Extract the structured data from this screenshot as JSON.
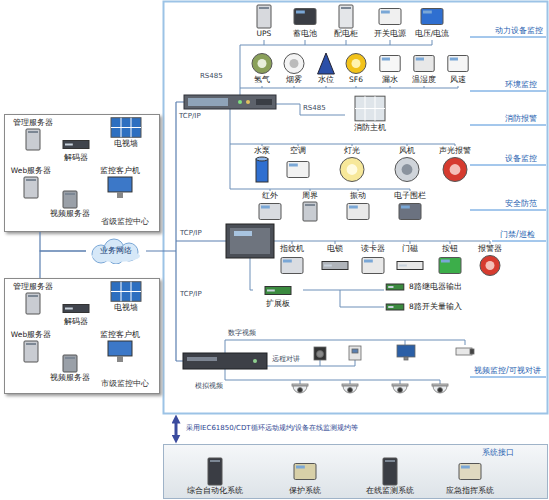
{
  "diagram": {
    "nodes": [
      {
        "text": [
          "省级监控中心"
        ]
      },
      {
        "text": [
          "管理服务器"
        ],
        "in": 0
      },
      {
        "text": [
          "解码器"
        ],
        "in": 0
      },
      {
        "text": [
          "电视墙"
        ],
        "in": 0
      },
      {
        "text": [
          "Web服务器"
        ],
        "in": 0
      },
      {
        "text": [
          "监控客户机"
        ],
        "in": 0
      },
      {
        "text": [
          "视频服务器"
        ],
        "in": 0
      },
      {
        "text": [
          "市级监控中心"
        ]
      },
      {
        "text": [
          "管理服务器"
        ],
        "in": 7
      },
      {
        "text": [
          "解码器"
        ],
        "in": 7
      },
      {
        "text": [
          "电视墙"
        ],
        "in": 7
      },
      {
        "text": [
          "Web服务器"
        ],
        "in": 7
      },
      {
        "text": [
          "监控客户机"
        ],
        "in": 7
      },
      {
        "text": [
          "视频服务器"
        ],
        "in": 7
      },
      {
        "text": [
          "业务网络"
        ]
      },
      {
        "text": [
          "UPS"
        ]
      },
      {
        "text": [
          "蓄电池"
        ]
      },
      {
        "text": [
          "配电柜"
        ]
      },
      {
        "text": [
          "开关电源"
        ]
      },
      {
        "text": [
          "电压/电流"
        ]
      },
      {
        "text": [
          "氢气"
        ]
      },
      {
        "text": [
          "烟雾"
        ]
      },
      {
        "text": [
          "水位"
        ]
      },
      {
        "text": [
          "SF6"
        ]
      },
      {
        "text": [
          "漏水"
        ]
      },
      {
        "text": [
          "温湿度"
        ]
      },
      {
        "text": [
          "风速"
        ]
      },
      {
        "text": [
          "消防主机"
        ]
      },
      {
        "text": [
          "水泵"
        ]
      },
      {
        "text": [
          "空调"
        ]
      },
      {
        "text": [
          "灯光"
        ]
      },
      {
        "text": [
          "风机"
        ]
      },
      {
        "text": [
          "声光报警"
        ]
      },
      {
        "text": [
          "红外"
        ]
      },
      {
        "text": [
          "周界"
        ]
      },
      {
        "text": [
          "振动"
        ]
      },
      {
        "text": [
          "电子围栏"
        ]
      },
      {
        "text": [
          "指纹机"
        ]
      },
      {
        "text": [
          "电锁"
        ]
      },
      {
        "text": [
          "读卡器"
        ]
      },
      {
        "text": [
          "门磁"
        ]
      },
      {
        "text": [
          "按钮"
        ]
      },
      {
        "text": [
          "报警器"
        ]
      },
      {
        "text": [
          "扩展板"
        ]
      },
      {
        "text": [
          "8路继电器输出"
        ]
      },
      {
        "text": [
          "8路开关量输入"
        ]
      },
      {
        "text": [
          "系统接口"
        ]
      },
      {
        "text": [
          "综合自动化系统"
        ],
        "in": 46
      },
      {
        "text": [
          "保护系统"
        ],
        "in": 46
      },
      {
        "text": [
          "在线监测系统"
        ],
        "in": 46
      },
      {
        "text": [
          "应急指挥系统"
        ],
        "in": 46
      }
    ],
    "edges": [
      {
        "from": 0,
        "to": 14,
        "arrow": "none"
      },
      {
        "from": 7,
        "to": 14,
        "arrow": "none"
      }
    ],
    "labels": [
      "动力设备监控",
      "环境监控",
      "消防报警",
      "设备监控",
      "安全防范",
      "门禁/巡检",
      "视频监控/可视对讲",
      "RS485",
      "RS485",
      "TCP/IP",
      "TCP/IP",
      "TCP/IP",
      "数字视频",
      "远程对讲",
      "模拟视频",
      "采用IEC61850/CDT循环远动规约/设备在线监测规约等"
    ]
  }
}
